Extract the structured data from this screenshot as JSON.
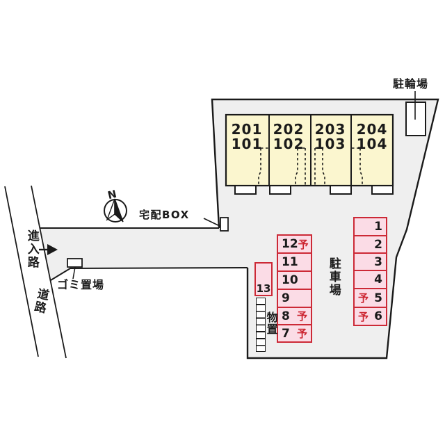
{
  "plan": {
    "compass": {
      "north_label": "N"
    },
    "annotations": {
      "bicycle_parking": "駐輪場",
      "delivery_box": "宅配BOX",
      "approach_road": "進入路",
      "garbage_area": "ゴミ置場",
      "road": "道路",
      "parking_lot": "駐車場",
      "storage": "物置"
    },
    "building": {
      "units": [
        {
          "upper_unit": "201",
          "lower_unit": "101"
        },
        {
          "upper_unit": "202",
          "lower_unit": "102"
        },
        {
          "upper_unit": "203",
          "lower_unit": "103"
        },
        {
          "upper_unit": "204",
          "lower_unit": "104"
        }
      ]
    },
    "parking": {
      "middle_column": [
        {
          "number": "12",
          "reserved_label": "予"
        },
        {
          "number": "11",
          "reserved_label": ""
        },
        {
          "number": "10",
          "reserved_label": ""
        },
        {
          "number": "9",
          "reserved_label": ""
        },
        {
          "number": "8",
          "reserved_label": "予"
        },
        {
          "number": "7",
          "reserved_label": "予"
        }
      ],
      "right_column": [
        {
          "number": "1",
          "reserved_label": ""
        },
        {
          "number": "2",
          "reserved_label": ""
        },
        {
          "number": "3",
          "reserved_label": ""
        },
        {
          "number": "4",
          "reserved_label": ""
        },
        {
          "number": "5",
          "reserved_label": "予"
        },
        {
          "number": "6",
          "reserved_label": "予"
        }
      ],
      "space_13": {
        "number": "13"
      }
    },
    "colors": {
      "ground": "#efefef",
      "building_fill": "#fbf6cf",
      "parking_fill": "#fbdce6",
      "parking_border": "#cc2936",
      "reserved_red": "#cc2430",
      "ink": "#1a1a1a"
    }
  }
}
